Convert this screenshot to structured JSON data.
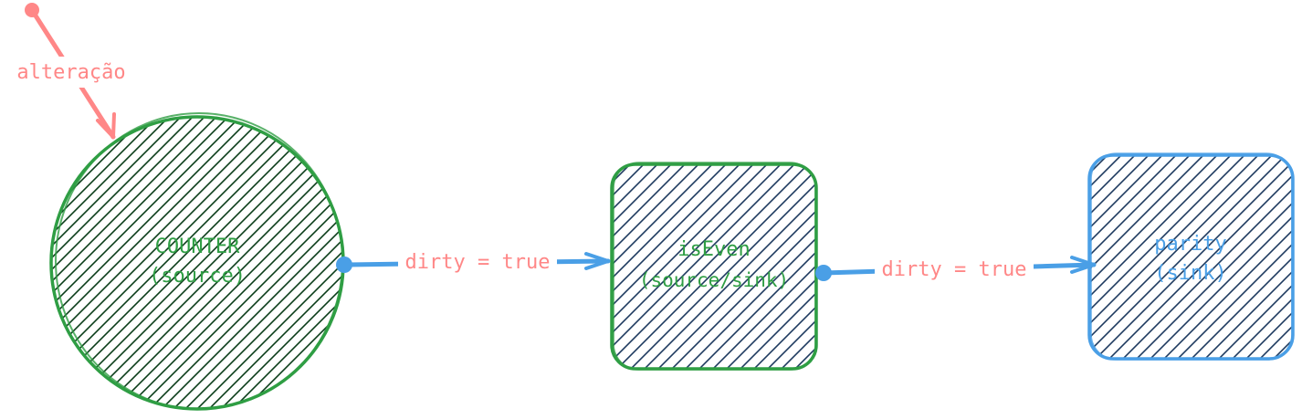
{
  "nodes": {
    "counter": {
      "name": "COUNTER",
      "role": "(source)"
    },
    "is_even": {
      "name": "isEven",
      "role": "(source/sink)"
    },
    "parity": {
      "name": "parity",
      "role": "(sink)"
    }
  },
  "edges": {
    "change_label": "alteração",
    "edge1_label": "dirty = true",
    "edge2_label": "dirty = true"
  },
  "colors": {
    "green": "#2f9e44",
    "dark_green_hatch": "#0b3d1a",
    "navy_hatch": "#1e3a5f",
    "blue": "#4a9fe6",
    "coral": "#ff8787"
  }
}
